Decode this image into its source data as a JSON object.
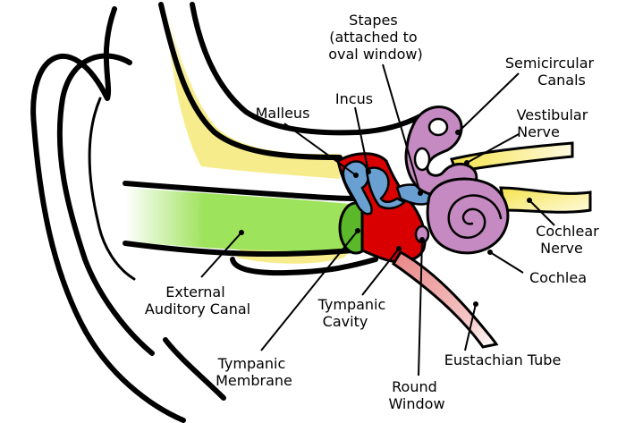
{
  "colors": {
    "canal": "#9ee35c",
    "bone": "#f7ec8c",
    "cavity": "#d80000",
    "ossicles": "#6a9fd1",
    "inner_ear": "#c58ac1",
    "nerve": "#f4e24a",
    "tube": "#e98585",
    "membrane": "#5bb82a"
  },
  "labels": {
    "stapes": [
      "Stapes",
      "(attached to",
      "oval window)"
    ],
    "incus": [
      "Incus"
    ],
    "malleus": [
      "Malleus"
    ],
    "semicircular": [
      "Semicircular",
      "Canals"
    ],
    "vestibular": [
      "Vestibular",
      "Nerve"
    ],
    "cochlear_nerve": [
      "Cochlear",
      "Nerve"
    ],
    "cochlea": [
      "Cochlea"
    ],
    "external": [
      "External",
      "Auditory Canal"
    ],
    "tympanic_cavity": [
      "Tympanic",
      "Cavity"
    ],
    "tympanic_membrane": [
      "Tympanic",
      "Membrane"
    ],
    "round_window": [
      "Round",
      "Window"
    ],
    "eustachian": [
      "Eustachian Tube"
    ]
  }
}
